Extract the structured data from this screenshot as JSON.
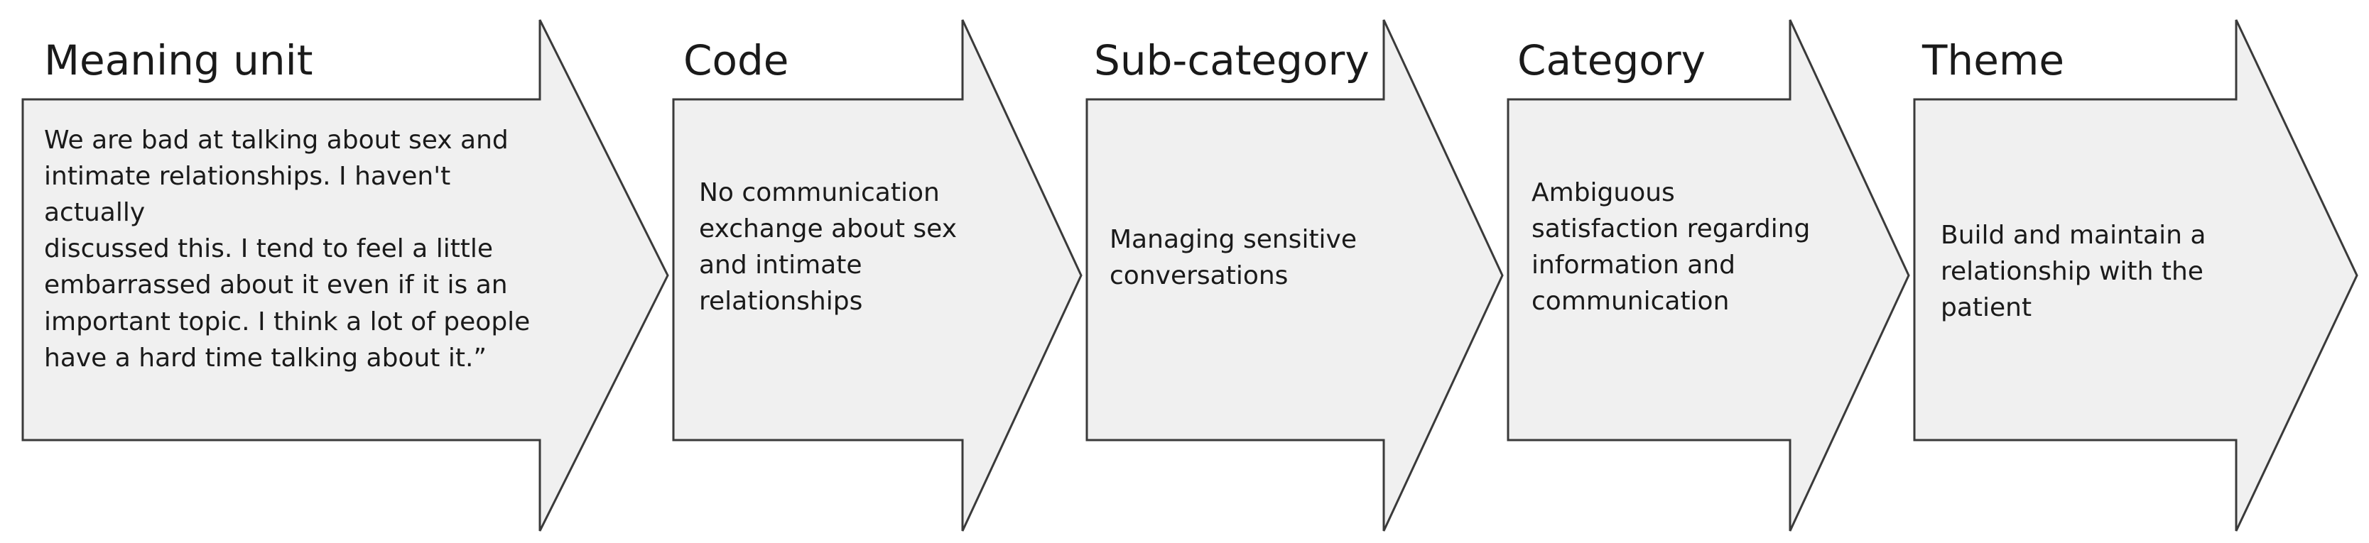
{
  "diagram": {
    "colors": {
      "arrow_fill": "#f0f0f0",
      "arrow_stroke": "#3a3a3a",
      "text": "#1a1a1a"
    },
    "steps": [
      {
        "heading": "Meaning unit",
        "lines": [
          "We are bad at talking about sex and",
          "intimate relationships. I haven't actually",
          "discussed this. I tend to feel a little",
          "embarrassed about it even if it is an",
          "important topic. I think a lot of people",
          "have a hard time talking about it.”"
        ]
      },
      {
        "heading": "Code",
        "lines": [
          "No communication",
          "exchange about sex",
          "and intimate",
          "relationships"
        ]
      },
      {
        "heading": "Sub-category",
        "lines": [
          "Managing sensitive",
          "conversations"
        ]
      },
      {
        "heading": "Category",
        "lines": [
          "Ambiguous",
          "satisfaction regarding",
          "information and",
          "communication"
        ]
      },
      {
        "heading": "Theme",
        "lines": [
          "Build and maintain a",
          "relationship with the",
          "patient"
        ]
      }
    ]
  }
}
